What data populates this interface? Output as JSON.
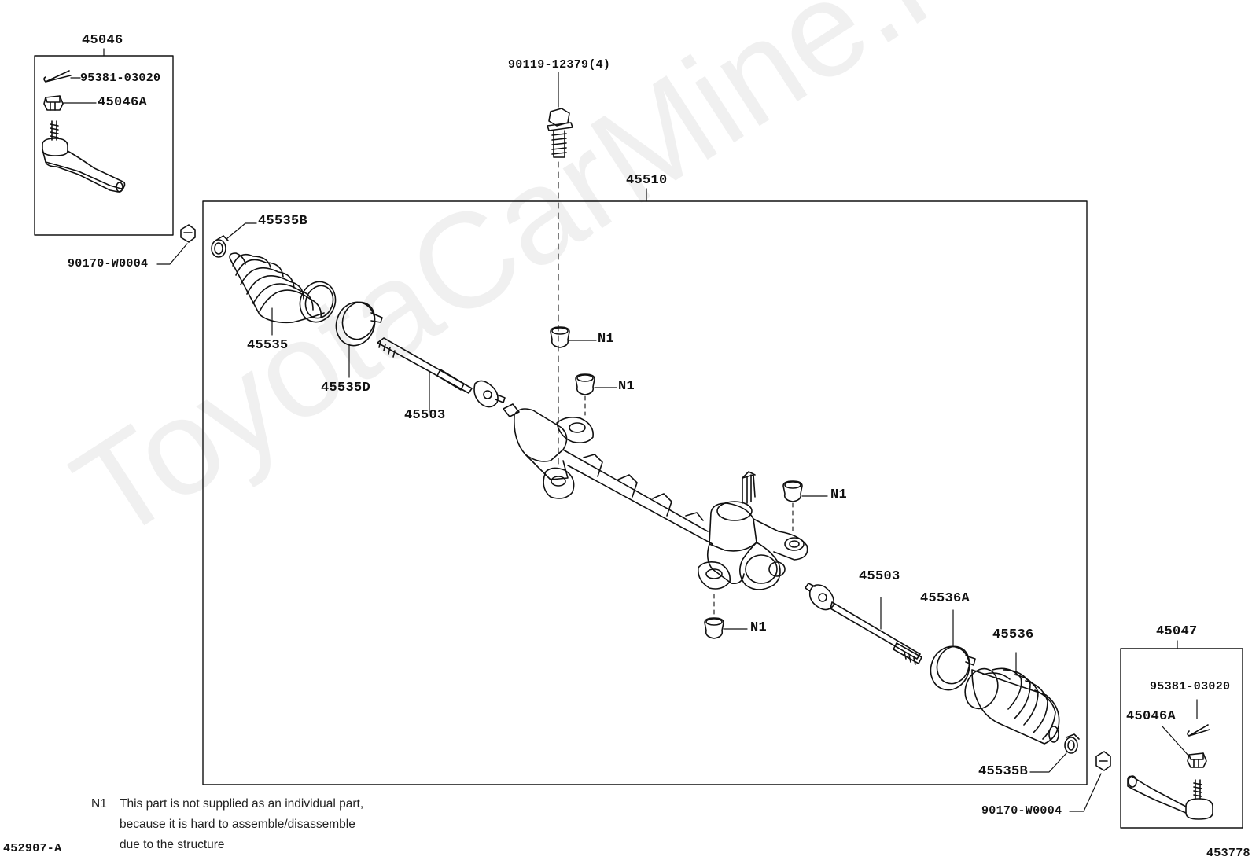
{
  "watermark": "ToyotaCarMine.ru",
  "labels": {
    "left_box_title": "45046",
    "left_cotter": "95381-03020",
    "left_nut": "45046A",
    "left_washer_nut": "90170-W0004",
    "bolt": "90119-12379(4)",
    "main_box_title": "45510",
    "boot_clamp_left": "45535B",
    "boot_left": "45535",
    "clamp_left": "45535D",
    "tie_rod_left": "45503",
    "n1_a": "N1",
    "n1_b": "N1",
    "n1_c": "N1",
    "n1_d": "N1",
    "tie_rod_right": "45503",
    "clamp_right": "45536A",
    "boot_right": "45536",
    "boot_clamp_right": "45535B",
    "right_washer_nut": "90170-W0004",
    "right_box_title": "45047",
    "right_cotter": "95381-03020",
    "right_nut": "45046A"
  },
  "footnote": {
    "marker": "N1",
    "line1": "This part is not supplied as an individual part,",
    "line2": "because it is hard to assemble/disassemble",
    "line3": "due to the structure"
  },
  "codes": {
    "left": "452907-A",
    "right": "453778"
  }
}
